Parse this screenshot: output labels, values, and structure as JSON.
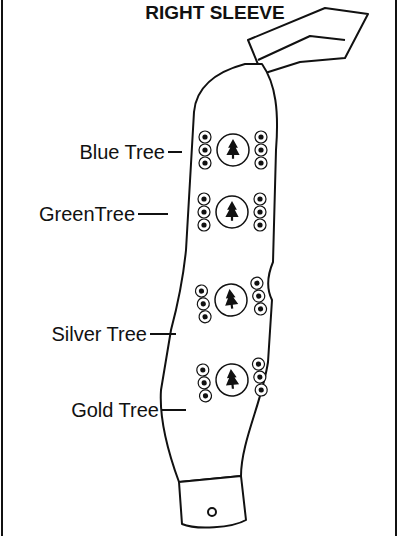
{
  "diagram": {
    "title": "RIGHT SLEEVE",
    "labels": [
      "Blue Tree",
      "GreenTree",
      "Silver Tree",
      "Gold Tree"
    ]
  }
}
